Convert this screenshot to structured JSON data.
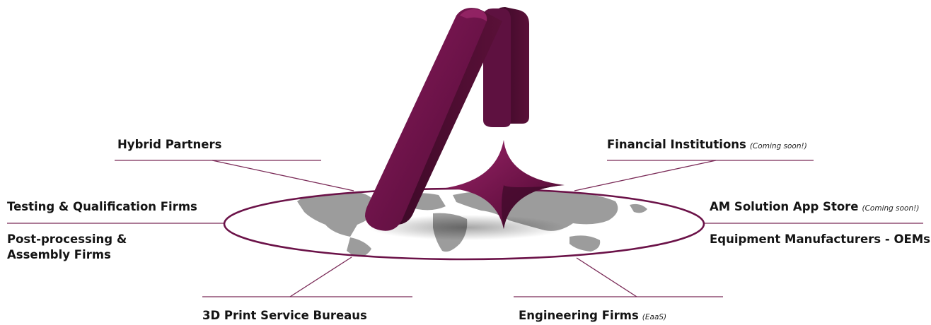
{
  "labels": {
    "hybrid_partners": "Hybrid Partners",
    "financial_institutions": "Financial Institutions",
    "financial_note": "(Coming soon!)",
    "testing_firms": "Testing & Qualification Firms",
    "post_processing_line1": "Post-processing &",
    "post_processing_line2": "Assembly Firms",
    "app_store": "AM Solution App Store",
    "app_store_note": "(Coming soon!)",
    "equipment_manufacturers": "Equipment Manufacturers - OEMs",
    "print_bureaus": "3D Print Service Bureaus",
    "engineering_firms": "Engineering Firms",
    "engineering_note": "(EaaS)"
  },
  "colors": {
    "brand": "#6b1248",
    "brand_dark": "#3f0a29",
    "brand_mid": "#561038",
    "connector": "#7a2a57",
    "map_gray": "#9c9c9c"
  },
  "icons": {
    "logo": "3d-letter-a-with-four-point-star-logo",
    "map": "world-map-silhouette"
  }
}
